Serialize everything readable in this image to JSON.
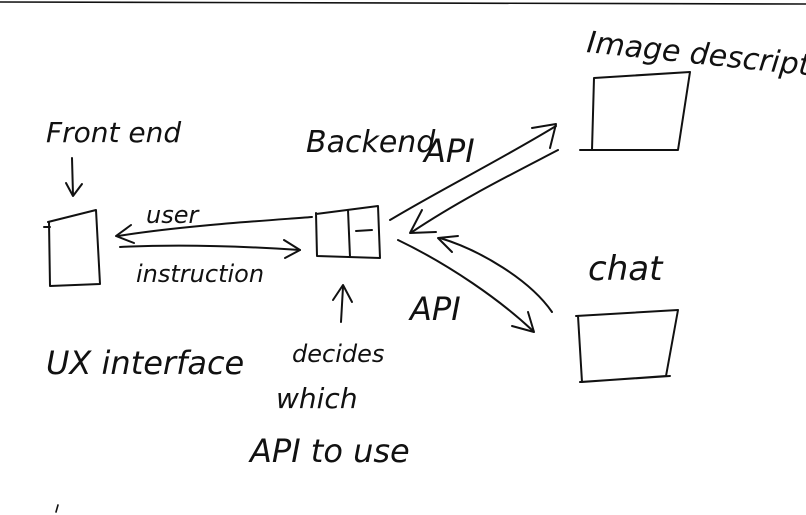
{
  "labels": {
    "frontend": "Front end",
    "ux_interface": "UX interface",
    "user": "user",
    "instruction": "instruction",
    "backend": "Backend",
    "decides": "decides",
    "which": "which",
    "api_to_use": "API to use",
    "api_top": "API",
    "api_bottom": "API",
    "image_description": "Image description",
    "chat": "chat"
  }
}
